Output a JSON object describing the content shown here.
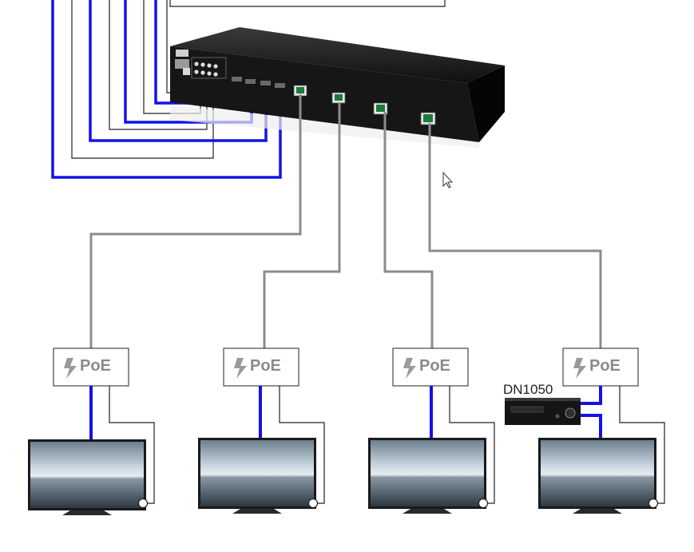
{
  "diagram": {
    "poe_boxes": [
      {
        "label": "PoE"
      },
      {
        "label": "PoE"
      },
      {
        "label": "PoE"
      },
      {
        "label": "PoE"
      }
    ],
    "receiver": {
      "label": "DN1050"
    },
    "displays": [
      {},
      {},
      {},
      {}
    ],
    "colors": {
      "hdmi_cable": "#1212e8",
      "network_cable": "#8c8c8c",
      "control_cable": "#222222",
      "device_body": "#111111",
      "poe_text": "#8a8a8a",
      "screen_sky": "#9fb2c2",
      "screen_water": "#3d4a55"
    }
  }
}
